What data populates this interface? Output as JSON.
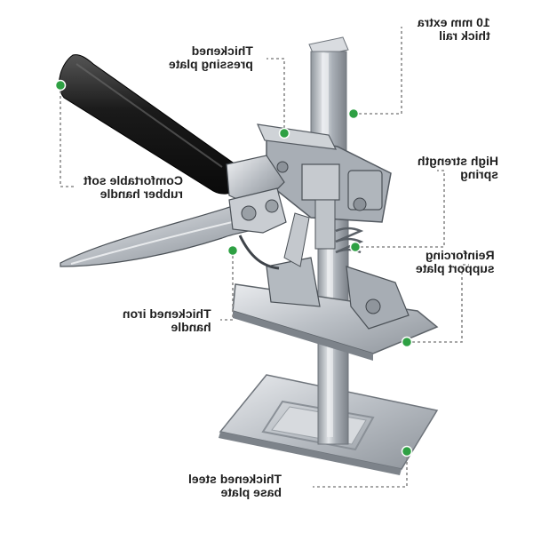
{
  "colors": {
    "callout_dot": "#2ea043",
    "leader_line": "#8a8a8a",
    "label_text": "#1e1e1e",
    "metal": "#c8ccd1",
    "handle_rubber": "#1a1a1a"
  },
  "note": "Label text is rendered mirror-reversed in the original image.",
  "callouts": [
    {
      "id": "rail",
      "lines": [
        "10 mm extra",
        "thick rail"
      ]
    },
    {
      "id": "press",
      "lines": [
        "Thickened",
        "pressing plate"
      ]
    },
    {
      "id": "spring",
      "lines": [
        "High strength",
        "spring"
      ]
    },
    {
      "id": "handle",
      "lines": [
        "Comfortable soft",
        "rubber handle"
      ]
    },
    {
      "id": "support",
      "lines": [
        "Reinforcing",
        "support plate"
      ]
    },
    {
      "id": "iron",
      "lines": [
        "Thickened iron",
        "handle"
      ]
    },
    {
      "id": "base",
      "lines": [
        "Thickened steel",
        "base plate"
      ]
    }
  ]
}
